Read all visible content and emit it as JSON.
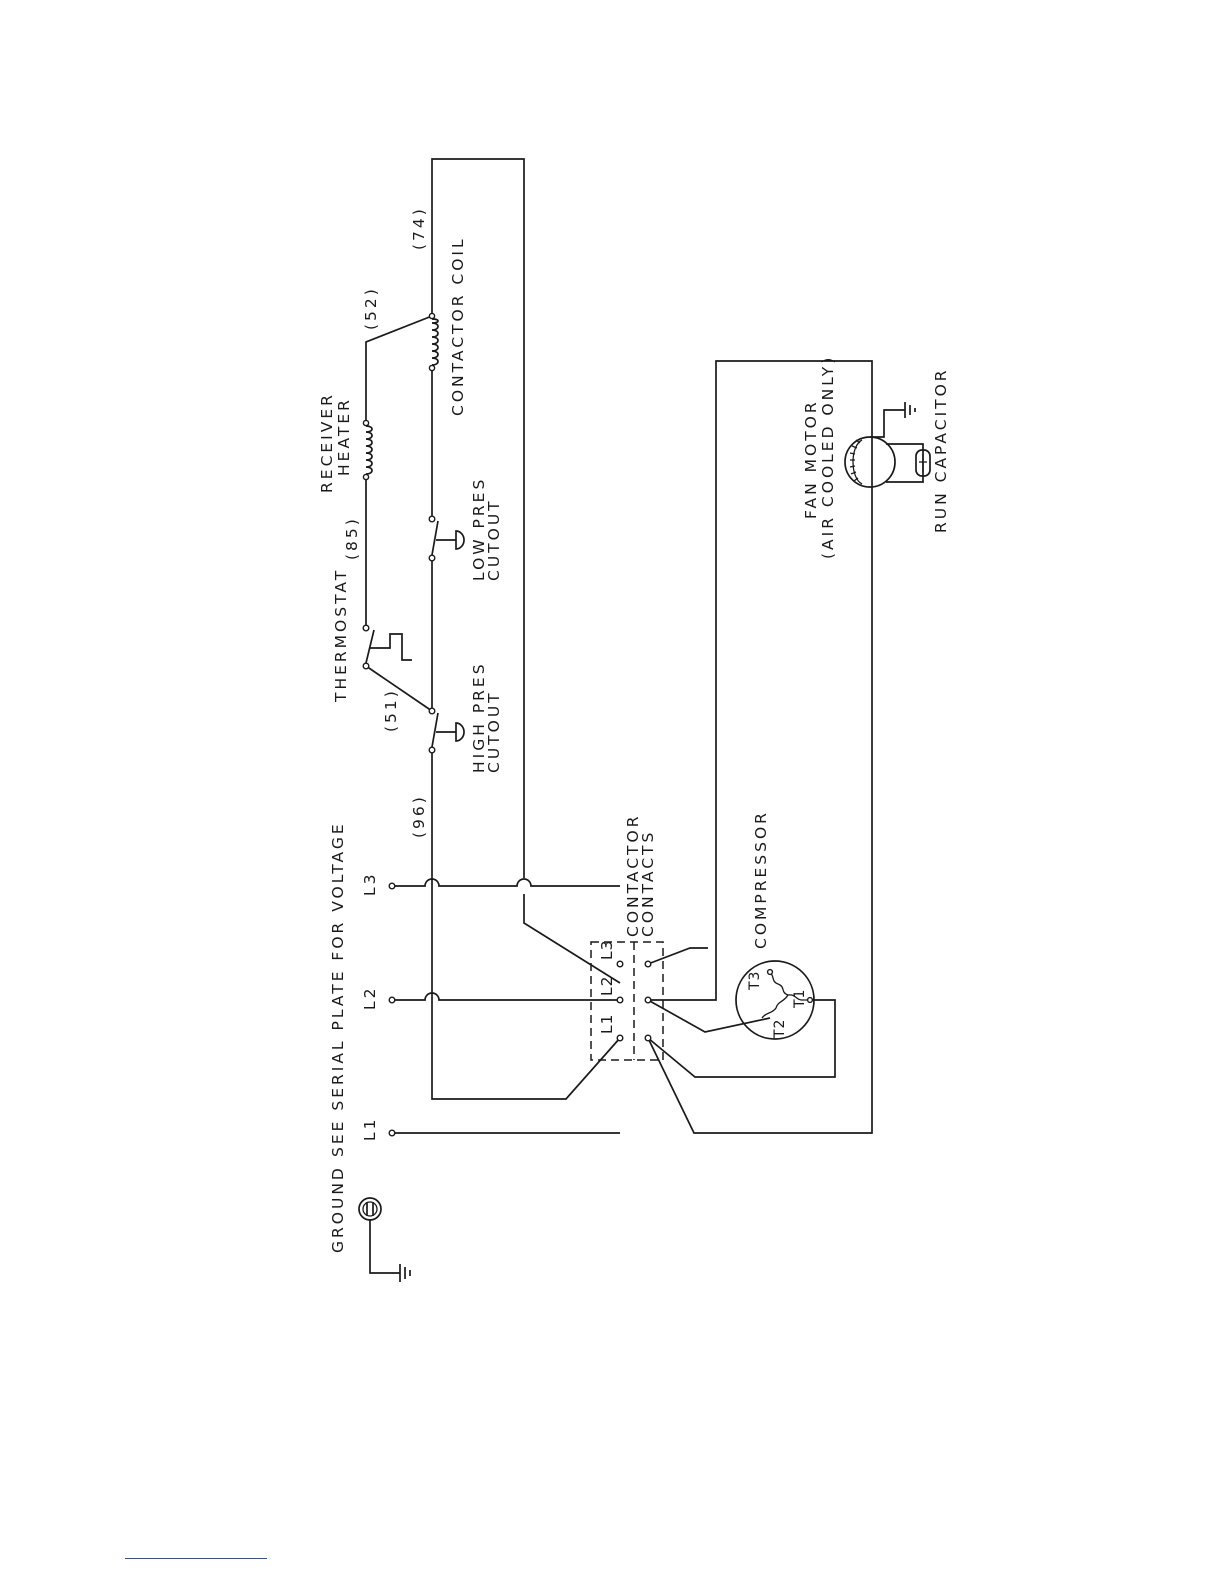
{
  "labels": {
    "ground": "GROUND",
    "serial_note": "SEE SERIAL PLATE FOR VOLTAGE",
    "l1": "L1",
    "l2": "L2",
    "l3": "L3",
    "wire_96": "(96)",
    "wire_51": "(51)",
    "wire_85": "(85)",
    "wire_52": "(52)",
    "wire_74": "(74)",
    "high_pres_1": "HIGH PRES",
    "high_pres_2": "CUTOUT",
    "thermostat": "THERMOSTAT",
    "low_pres_1": "LOW PRES",
    "low_pres_2": "CUTOUT",
    "receiver_1": "RECEIVER",
    "receiver_2": "HEATER",
    "contactor_coil": "CONTACTOR COIL",
    "contacts_1": "CONTACTOR",
    "contacts_2": "CONTACTS",
    "block_l1": "L1",
    "block_l2": "L2",
    "block_l3": "L3",
    "compressor": "COMPRESSOR",
    "comp_t1": "T1",
    "comp_t2": "T2",
    "comp_t3": "T3",
    "fan_motor_1": "FAN MOTOR",
    "fan_motor_2": "(AIR COOLED ONLY)",
    "run_capacitor": "RUN CAPACITOR"
  },
  "colors": {
    "ink": "#1a1a1a",
    "footer_rule": "#2b4fa8"
  }
}
